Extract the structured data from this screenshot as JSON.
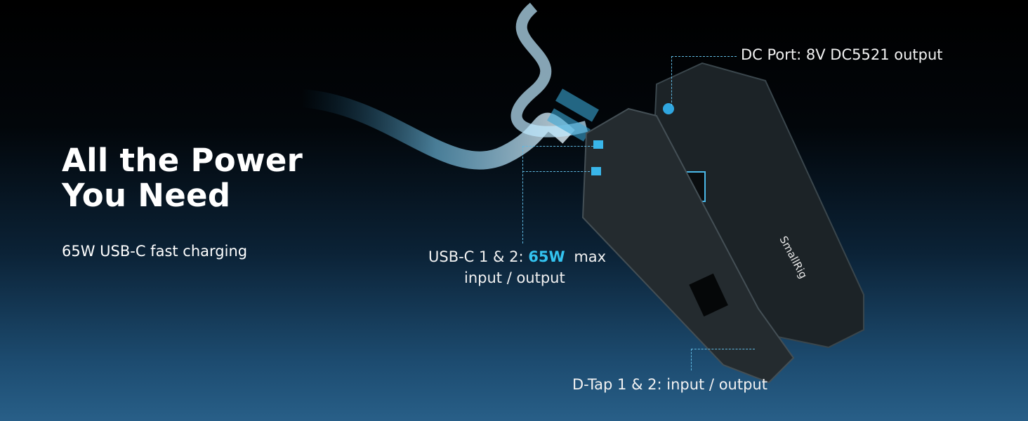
{
  "headline": {
    "line1": "All the Power",
    "line2": "You Need"
  },
  "subheadline": "65W USB-C fast charging",
  "callouts": {
    "dc_port": "DC Port: 8V DC5521 output",
    "usbc_prefix": "USB-C 1 & 2:",
    "usbc_highlight": "65W",
    "usbc_suffix": "max",
    "usbc_line2": "input / output",
    "dtap": "D-Tap 1 & 2: input / output"
  },
  "brand_logo": "SmallRig",
  "colors": {
    "accent": "#33c3f0",
    "background_top": "#000000",
    "background_bottom": "#285f88"
  }
}
